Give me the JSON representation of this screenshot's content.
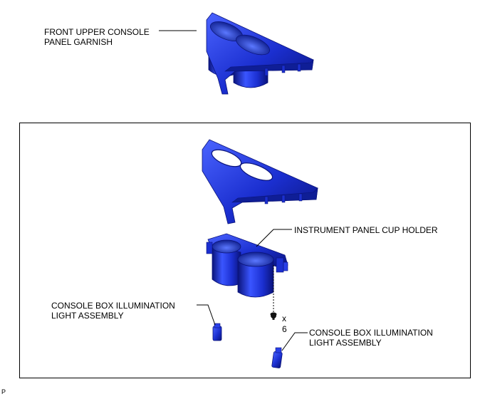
{
  "labels": {
    "front_upper_console_panel_garnish": [
      "FRONT UPPER CONSOLE",
      "PANEL GARNISH"
    ],
    "instrument_panel_cup_holder": "INSTRUMENT PANEL CUP HOLDER",
    "console_box_illumination_left": [
      "CONSOLE BOX ILLUMINATION",
      "LIGHT ASSEMBLY"
    ],
    "console_box_illumination_right": [
      "CONSOLE BOX ILLUMINATION",
      "LIGHT ASSEMBLY"
    ],
    "screw_qty_x": "x",
    "screw_qty_n": "6",
    "corner_code": "P"
  },
  "colors": {
    "part_blue": "#1b2fd0",
    "part_dark": "#0a137a",
    "part_light": "#4a63ff",
    "line": "#000000"
  }
}
